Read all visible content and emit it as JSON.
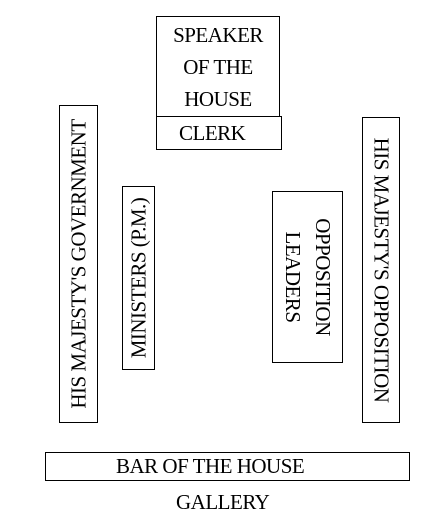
{
  "speaker": {
    "lines": [
      "SPEAKER",
      "OF THE",
      "HOUSE"
    ]
  },
  "clerk": "CLERK",
  "government": "HIS MAJESTY'S GOVERNMENT",
  "ministers": "MINISTERS (P.M.)",
  "opposition_leaders": {
    "lines": [
      "OPPOSITION",
      "LEADERS"
    ]
  },
  "opposition": "HIS MAJESTY'S OPPOSITION",
  "bar": "BAR OF THE HOUSE",
  "gallery": "GALLERY"
}
